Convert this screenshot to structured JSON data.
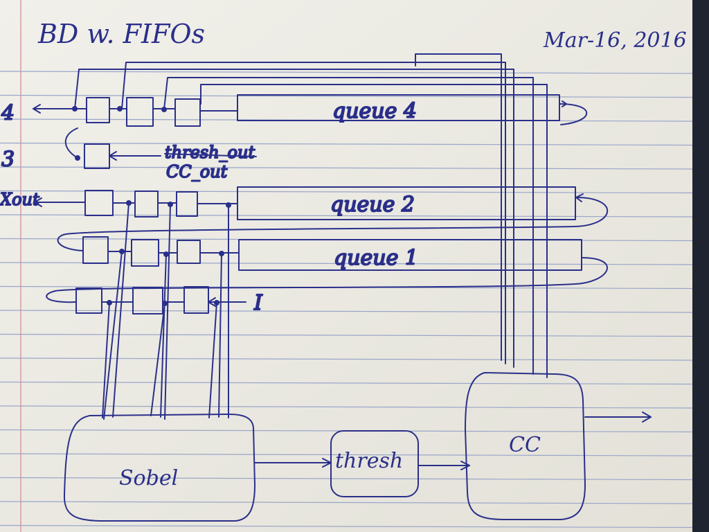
{
  "page": {
    "title": "BD w. FIFOs",
    "date": "Mar-16, 2016"
  },
  "colors": {
    "ink": "#2a2f8a",
    "paper": "#ecebe4",
    "rule": "#9aa6c8",
    "margin": "#d99aa2"
  },
  "rows": {
    "row4": {
      "label": "4",
      "queue": "queue 4"
    },
    "row3": {
      "label": "3",
      "struck_text": "thresh_out",
      "text": "CC_out"
    },
    "row2": {
      "label": "Xout",
      "queue": "queue 2"
    },
    "row1": {
      "queue": "queue 1"
    },
    "row0": {
      "input": "I"
    }
  },
  "blocks": {
    "sobel": "Sobel",
    "thresh": "thresh",
    "cc": "CC"
  }
}
